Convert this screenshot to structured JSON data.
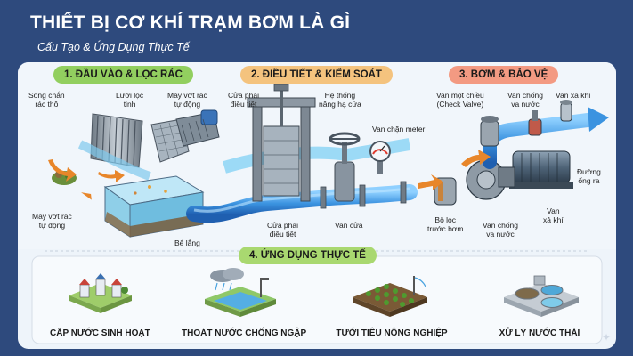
{
  "header": {
    "title": "THIẾT BỊ CƠ KHÍ TRẠM BƠM LÀ GÌ",
    "subtitle": "Cấu Tạo & Ứng Dụng Thực Tế"
  },
  "sections": {
    "s1": "1. ĐẦU VÀO & LỌC RÁC",
    "s2": "2. ĐIỀU TIẾT & KIỂM SOÁT",
    "s3": "3. BƠM & BẢO VỆ",
    "s4": "4. ỨNG DỤNG THỰC TẾ"
  },
  "labels": {
    "song_chan": "Song chắn\nrác thô",
    "luoi_loc": "Lưới lọc\ntinh",
    "may_vot_top": "Máy vớt rác\ntự động",
    "may_vot_left": "Máy vớt rác\ntự động",
    "be_lang": "Bể lắng",
    "cua_phai_top": "Cửa phai\nđiều tiết",
    "he_thong": "Hệ thống\nnâng hạ cửa",
    "van_chan_meter": "Van chặn meter",
    "cua_phai_bottom": "Cửa phai\nđiều tiết",
    "van_cua": "Van cửa",
    "van_mot_chieu": "Van một chiều\n(Check Valve)",
    "van_chong_top": "Van chống\nva nước",
    "van_xa_khi_top": "Van xả khí",
    "duong_ong_ra": "Đường\nống ra",
    "bo_loc": "Bộ lọc\ntrước bơm",
    "van_chong_bottom": "Van chống\nva nước",
    "van_xa_khi_bottom": "Van\nxả khí"
  },
  "applications": [
    {
      "label": "CẤP NƯỚC SINH HOẠT",
      "icon": "city-houses-icon"
    },
    {
      "label": "THOÁT NƯỚC CHỐNG NGẬP",
      "icon": "flood-drainage-icon"
    },
    {
      "label": "TƯỚI TIÊU NÔNG NGHIỆP",
      "icon": "farm-irrigation-icon"
    },
    {
      "label": "XỬ LÝ NƯỚC THẢI",
      "icon": "wastewater-treatment-icon"
    }
  ],
  "colors": {
    "background": "#2e4a7d",
    "panel": "#eef4fa",
    "pipe": "#3f96e0",
    "arrow": "#e8862a"
  }
}
